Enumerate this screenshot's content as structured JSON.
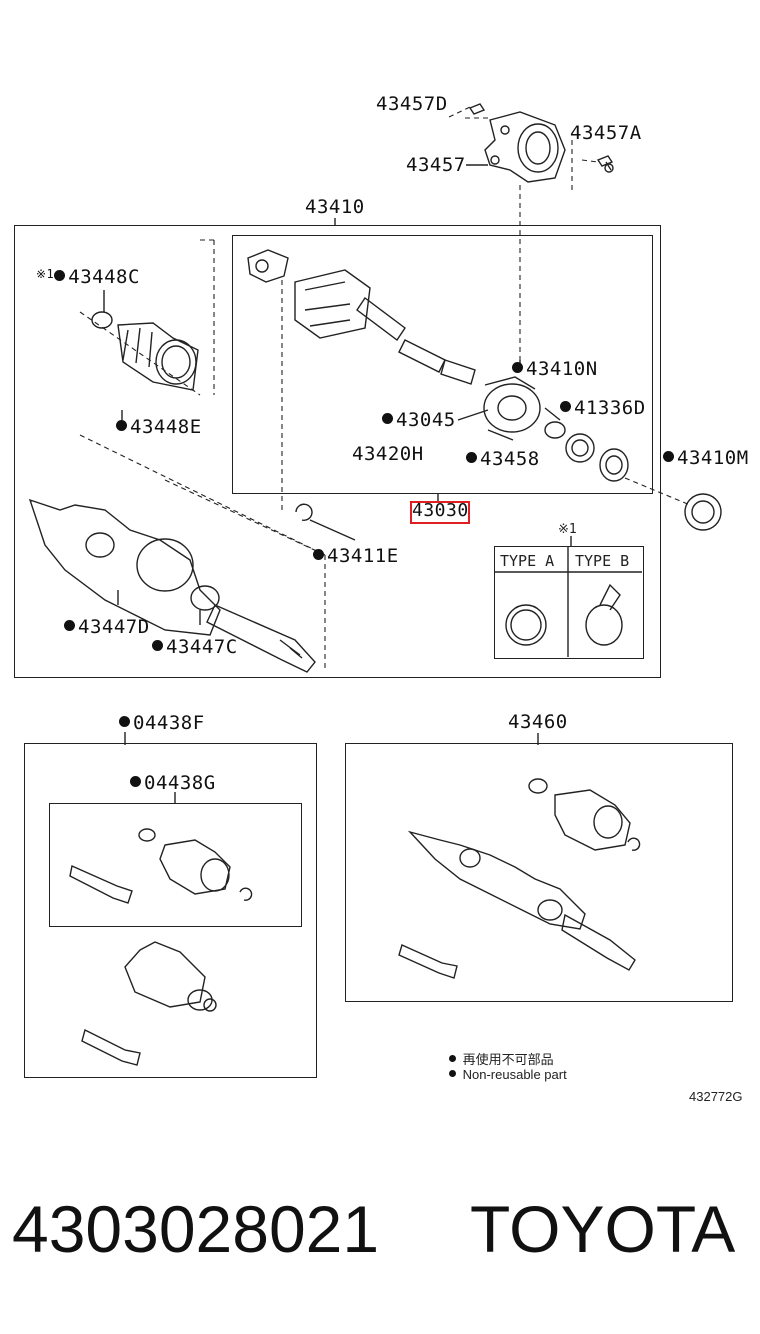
{
  "bracket": {
    "bolt": "43457D",
    "bolt_a": "43457A",
    "bracket": "43457"
  },
  "main_assembly": {
    "label": "43410",
    "highlight": "43030",
    "parts": {
      "boot_clamp_c": "43448C",
      "boot_clamp_e": "43448E",
      "boot_d": "43447D",
      "boot_c": "43447C",
      "snap_ring": "43411E",
      "inner_joint": "43420H",
      "shaft_n": "43410N",
      "bearing": "43045",
      "retainer": "43458",
      "seal_d": "41336D",
      "seal_m": "43410M"
    },
    "ref_mark": "※1",
    "type_a": "TYPE A",
    "type_b": "TYPE B"
  },
  "kit_f": {
    "label": "04438F"
  },
  "kit_g": {
    "label": "04438G"
  },
  "outer_assembly": {
    "label": "43460"
  },
  "legend": {
    "line1": "再使用不可部品",
    "line2": "Non-reusable part"
  },
  "figure_id": "432772G",
  "footer": {
    "part_number": "4303028021",
    "brand": "TOYOTA"
  }
}
